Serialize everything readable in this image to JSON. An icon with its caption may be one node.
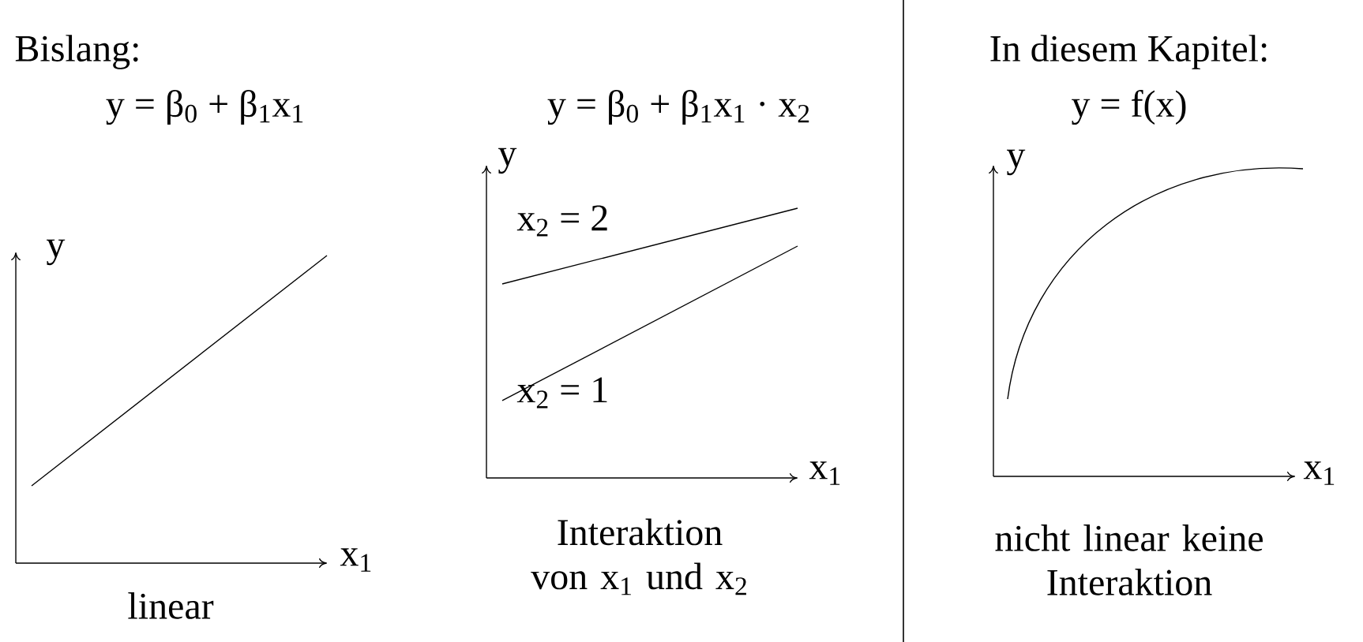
{
  "diagram": {
    "labels": [
      "Bislang:",
      "y = β$_{0}$ + β$_{1}$x$_{1}$",
      "y = β$_{0}$ + β$_{1}$x$_{1}$ · x$_{2}$",
      "In diesem Kapitel:",
      "y = f(x)",
      "y",
      "x$_{1}$",
      "linear",
      "y",
      "x$_{2}$ = 2",
      "x$_{2}$ = 1",
      "x$_{1}$",
      "Interaktion von x$_{1}$ und x$_{2}$",
      "y",
      "x$_{1}$",
      "nicht linear keine Interaktion"
    ]
  }
}
